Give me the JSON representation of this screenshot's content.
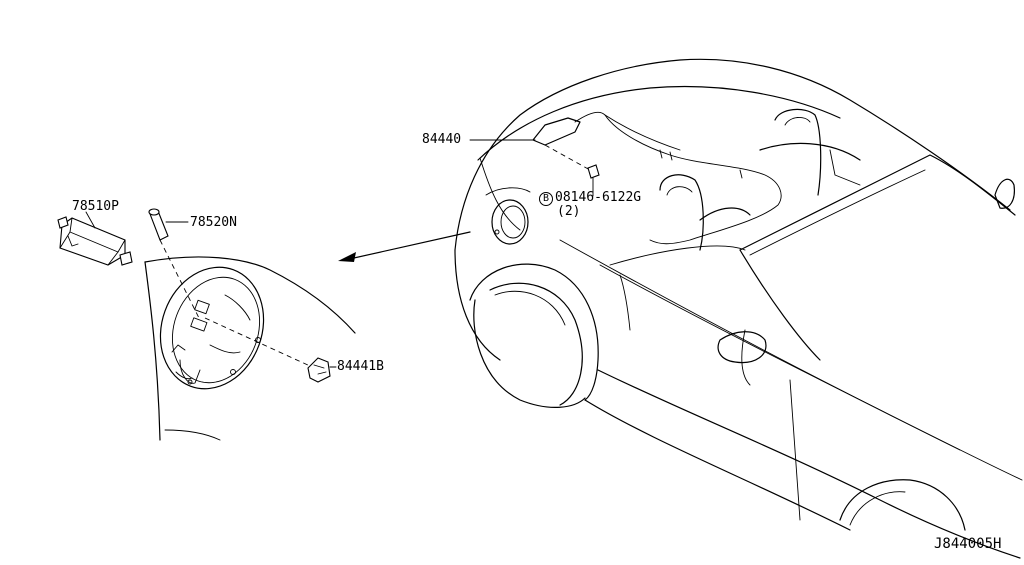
{
  "labels": {
    "part_84440": "84440",
    "part_bolt": "08146-6122G",
    "bolt_circle": "B",
    "bolt_qty": "(2)",
    "part_78510p": "78510P",
    "part_78520n": "78520N",
    "part_84441b": "84441B",
    "diagram_id": "J844005H"
  },
  "colors": {
    "line": "#000000",
    "background": "#ffffff"
  }
}
